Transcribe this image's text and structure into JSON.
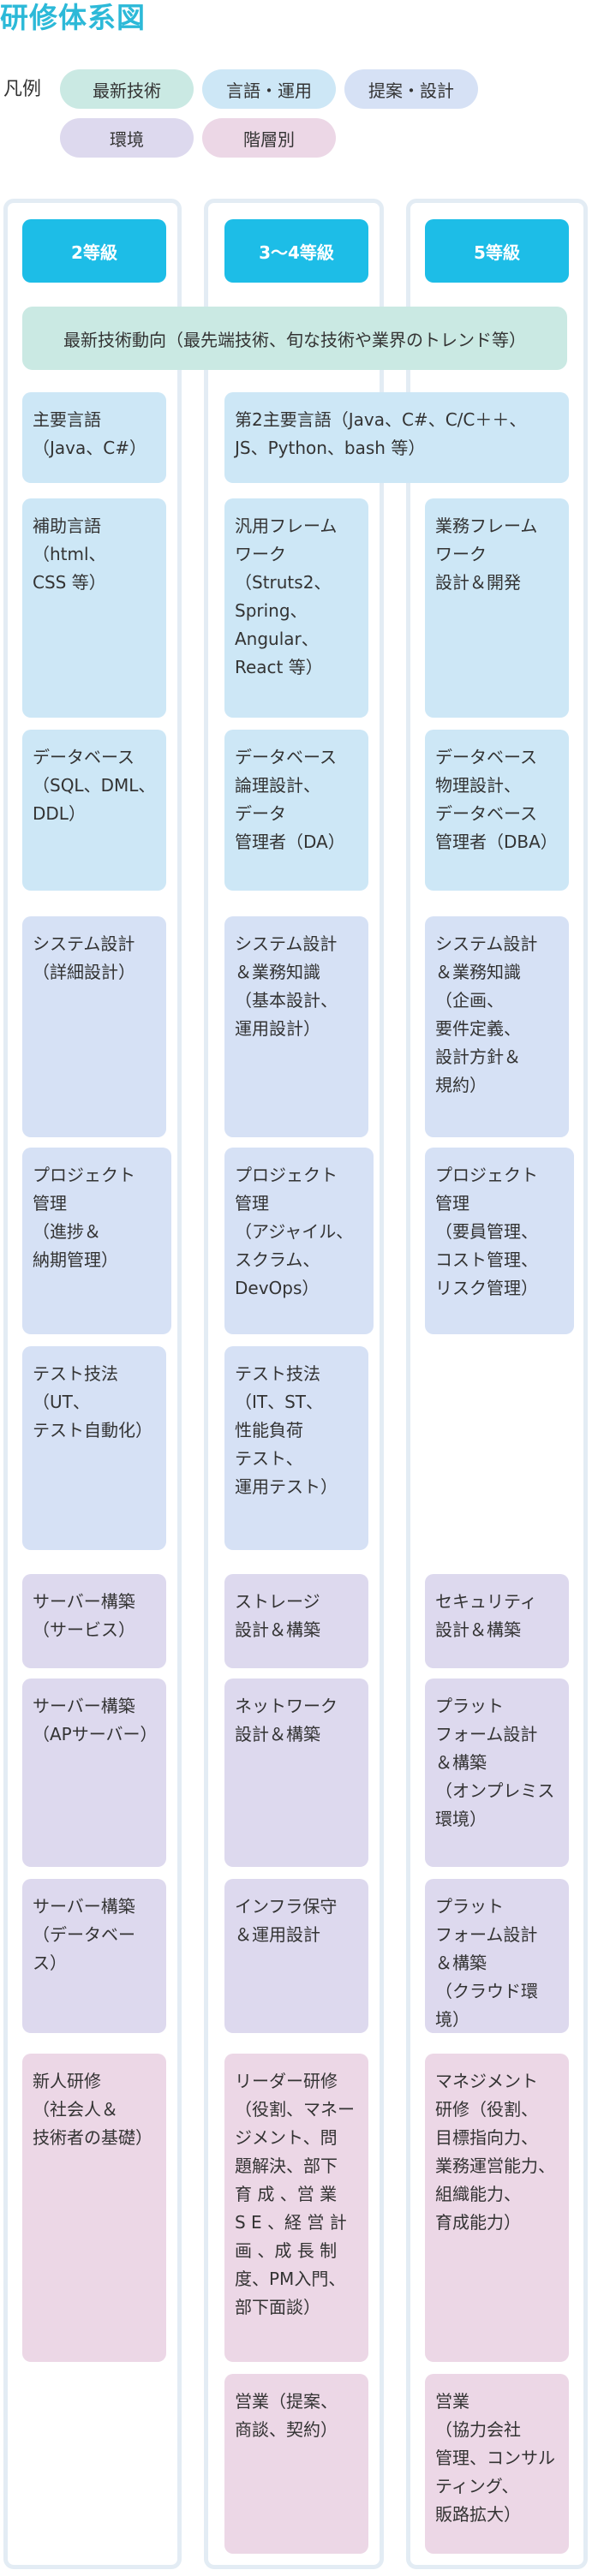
{
  "title": "研修体系図",
  "legend": {
    "label": "凡例",
    "items": [
      {
        "label": "最新技術",
        "color": "#cae9e3"
      },
      {
        "label": "言語・運用",
        "color": "#cde7f6"
      },
      {
        "label": "提案・設計",
        "color": "#d6e1f5"
      },
      {
        "label": "環境",
        "color": "#ddd9ee"
      },
      {
        "label": "階層別",
        "color": "#ecd7e6"
      }
    ]
  },
  "columns": [
    "2等級",
    "3～4等級",
    "5等級"
  ],
  "banner": "最新技術動向（最先端技術、旬な技術や業界のトレンド等）",
  "cards": {
    "c1_main_lang": "主要言語\n（Java、C#）",
    "c2_second_lang": "第2主要言語（Java、C#、C/C＋＋、\nJS、Python、bash 等）",
    "c1_aux_lang": "補助言語\n（html、\nCSS 等）",
    "c2_framework": "汎用フレーム\nワーク\n（Struts2、\nSpring、\nAngular、\nReact 等）",
    "c3_framework": "業務フレーム\nワーク\n設計＆開発",
    "c1_db": "データベース\n（SQL、DML、\nDDL）",
    "c2_db": "データベース\n論理設計、\nデータ\n管理者（DA）",
    "c3_db": "データベース\n物理設計、\nデータベース\n管理者（DBA）",
    "c1_sysdesign": "システム設計\n（詳細設計）",
    "c2_sysdesign": "システム設計\n＆業務知識\n（基本設計、\n運用設計）",
    "c3_sysdesign": "システム設計\n＆業務知識\n（企画、\n要件定義、\n設計方針＆\n規約）",
    "c1_pm": "プロジェクト\n管理\n（進捗＆\n納期管理）",
    "c2_pm": "プロジェクト\n管理\n（アジャイル、\nスクラム、\nDevOps）",
    "c3_pm": "プロジェクト\n管理\n（要員管理、\nコスト管理、\nリスク管理）",
    "c1_test": "テスト技法\n（UT、\nテスト自動化）",
    "c2_test": "テスト技法\n（IT、ST、\n性能負荷\nテスト、\n運用テスト）",
    "c1_server_service": "サーバー構築\n（サービス）",
    "c2_storage": "ストレージ\n設計＆構築",
    "c3_security": "セキュリティ\n設計＆構築",
    "c1_server_ap": "サーバー構築\n（APサーバー）",
    "c2_network": "ネットワーク\n設計＆構築",
    "c3_platform_onprem": "プラット\nフォーム設計\n＆構築\n（オンプレミス\n環境）",
    "c1_server_db": "サーバー構築\n（データベース）",
    "c2_infra": "インフラ保守\n＆運用設計",
    "c3_platform_cloud": "プラット\nフォーム設計\n＆構築\n（クラウド環境）",
    "c1_newhire": "新人研修\n（社会人＆\n技術者の基礎）",
    "c2_leader": "リーダー研修\n（役割、マネー\nジメント、問\n題解決、部下\n育 成 、営 業\nS E 、経 営 計\n画 、成 長 制\n度、PM入門、\n部下面談）",
    "c3_manager": "マネジメント\n研修（役割、\n目標指向力、\n業務運営能力、\n組織能力、\n育成能力）",
    "c2_sales": "営業（提案、\n商談、契約）",
    "c3_sales": "営業\n（協力会社\n管理、コンサル\nティング、\n販路拡大）"
  }
}
